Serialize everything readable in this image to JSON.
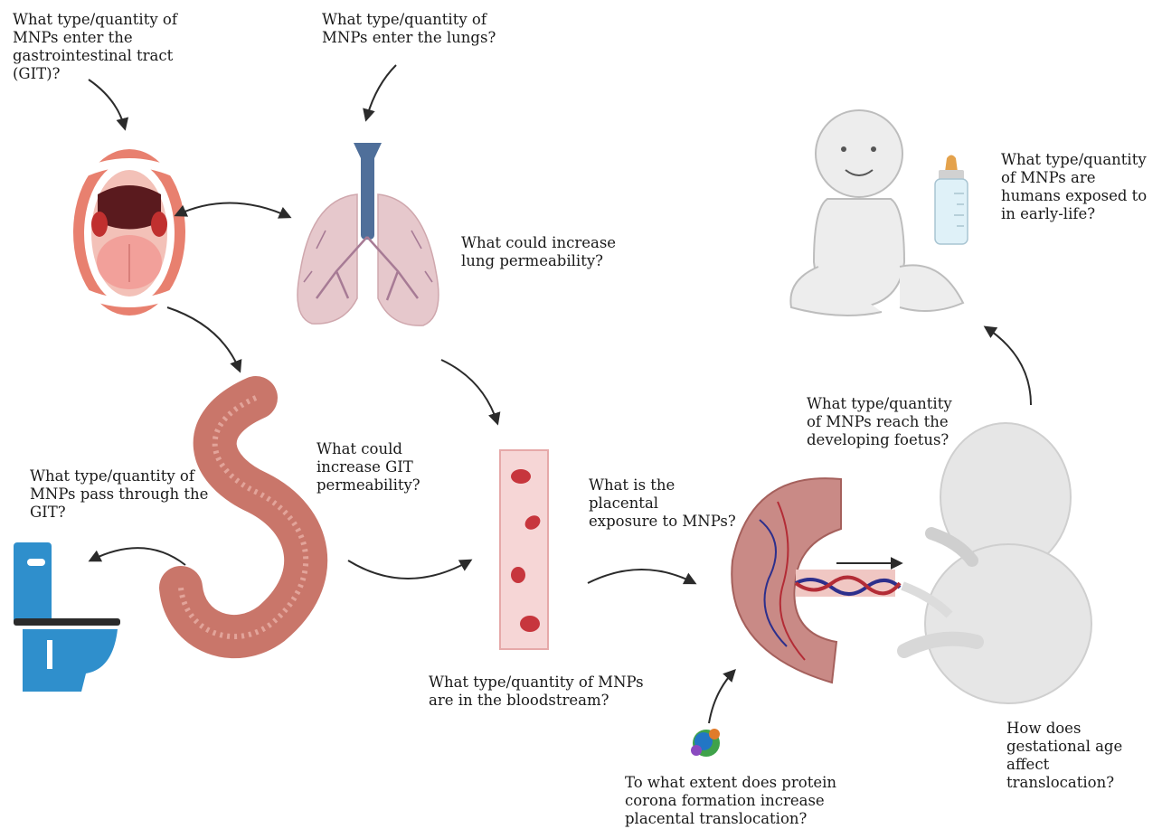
{
  "questions": {
    "git_entry": "What type/quantity of\nMNPs enter the\ngastrointestinal tract\n(GIT)?",
    "lungs_entry": "What type/quantity of\nMNPs enter the lungs?",
    "early_life": "What type/quantity\nof MNPs are\nhumans exposed to\nin early-life?",
    "lung_permeability": "What could increase\nlung permeability?",
    "git_permeability": "What could\nincrease GIT\npermeability?",
    "git_pass": "What type/quantity of\nMNPs pass through the\nGIT?",
    "placental_exposure": "What is the placental\nexposure to MNPs?",
    "foetus": "What type/quantity\nof MNPs reach the\ndeveloping foetus?",
    "bloodstream": "What type/quantity of MNPs\nare in the bloodstream?",
    "gestational_age": "How does\ngestational age affect\ntranslocation?",
    "protein_corona": "To what extent does protein\ncorona formation increase\nplacental translocation?"
  },
  "colors": {
    "text": "#1a1a1a",
    "arrow": "#2b2b2b",
    "mouth_lips": "#e8806f",
    "tongue": "#f2a09a",
    "lung_tissue": "#e6c8cc",
    "trachea": "#4f6f9a",
    "intestine": "#c9766a",
    "blood_vessel": "#f6d6d6",
    "red_blood_cell": "#c7363d",
    "placenta": "#c98a86",
    "vein": "#2d2f8c",
    "toilet": "#2f8fcc",
    "baby": "#ededed",
    "foetus": "#e6e6e6"
  }
}
